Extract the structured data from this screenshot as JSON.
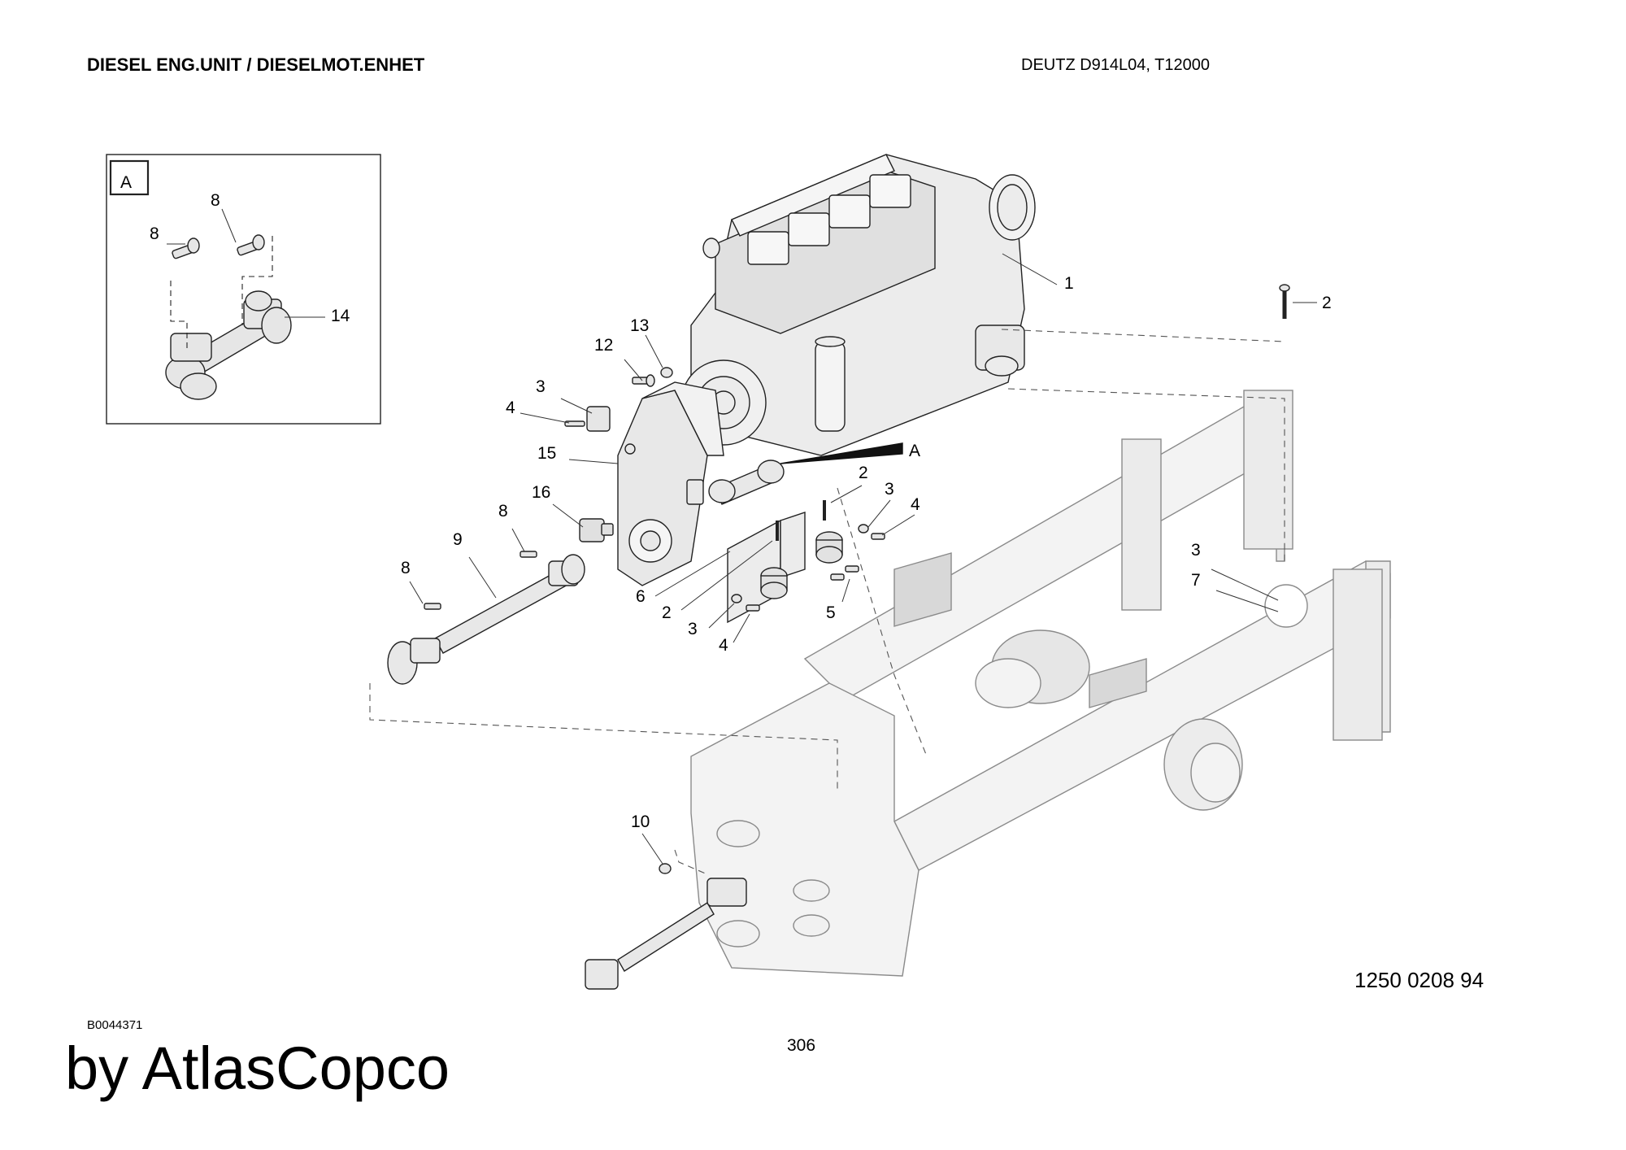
{
  "header": {
    "title": "DIESEL ENG.UNIT / DIESELMOT.ENHET",
    "model": "DEUTZ D914L04, T12000"
  },
  "detail_view": {
    "label": "A",
    "callout_label": "A"
  },
  "callouts": {
    "engine": "1",
    "mount_bolt_top": "2",
    "trans_bracket": "3",
    "trans_bolt": "4",
    "cross_screw_left": "12",
    "cross_washer_left": "13",
    "gearbox": "15",
    "sensor": "16",
    "shaft_bolt_upper": "8",
    "shaft_bolt_lower": "8",
    "propshaft": "9",
    "mount_bolt_mid": "2",
    "mount_washer_mid": "3",
    "mount_screw_mid": "4",
    "bracket_plate": "6",
    "mount_bolt_low": "2",
    "mount_washer_low": "3",
    "mount_screw_low": "4",
    "mount_bolt_right": "5",
    "frame_washer": "3",
    "frame_nut": "7",
    "nut": "10",
    "detail_bolt_a": "8",
    "detail_bolt_b": "8",
    "detail_joint": "14"
  },
  "footer": {
    "part_number": "1250 0208 94",
    "drawing_number": "B0044371",
    "page_number": "306",
    "brand": "by AtlasCopco"
  }
}
